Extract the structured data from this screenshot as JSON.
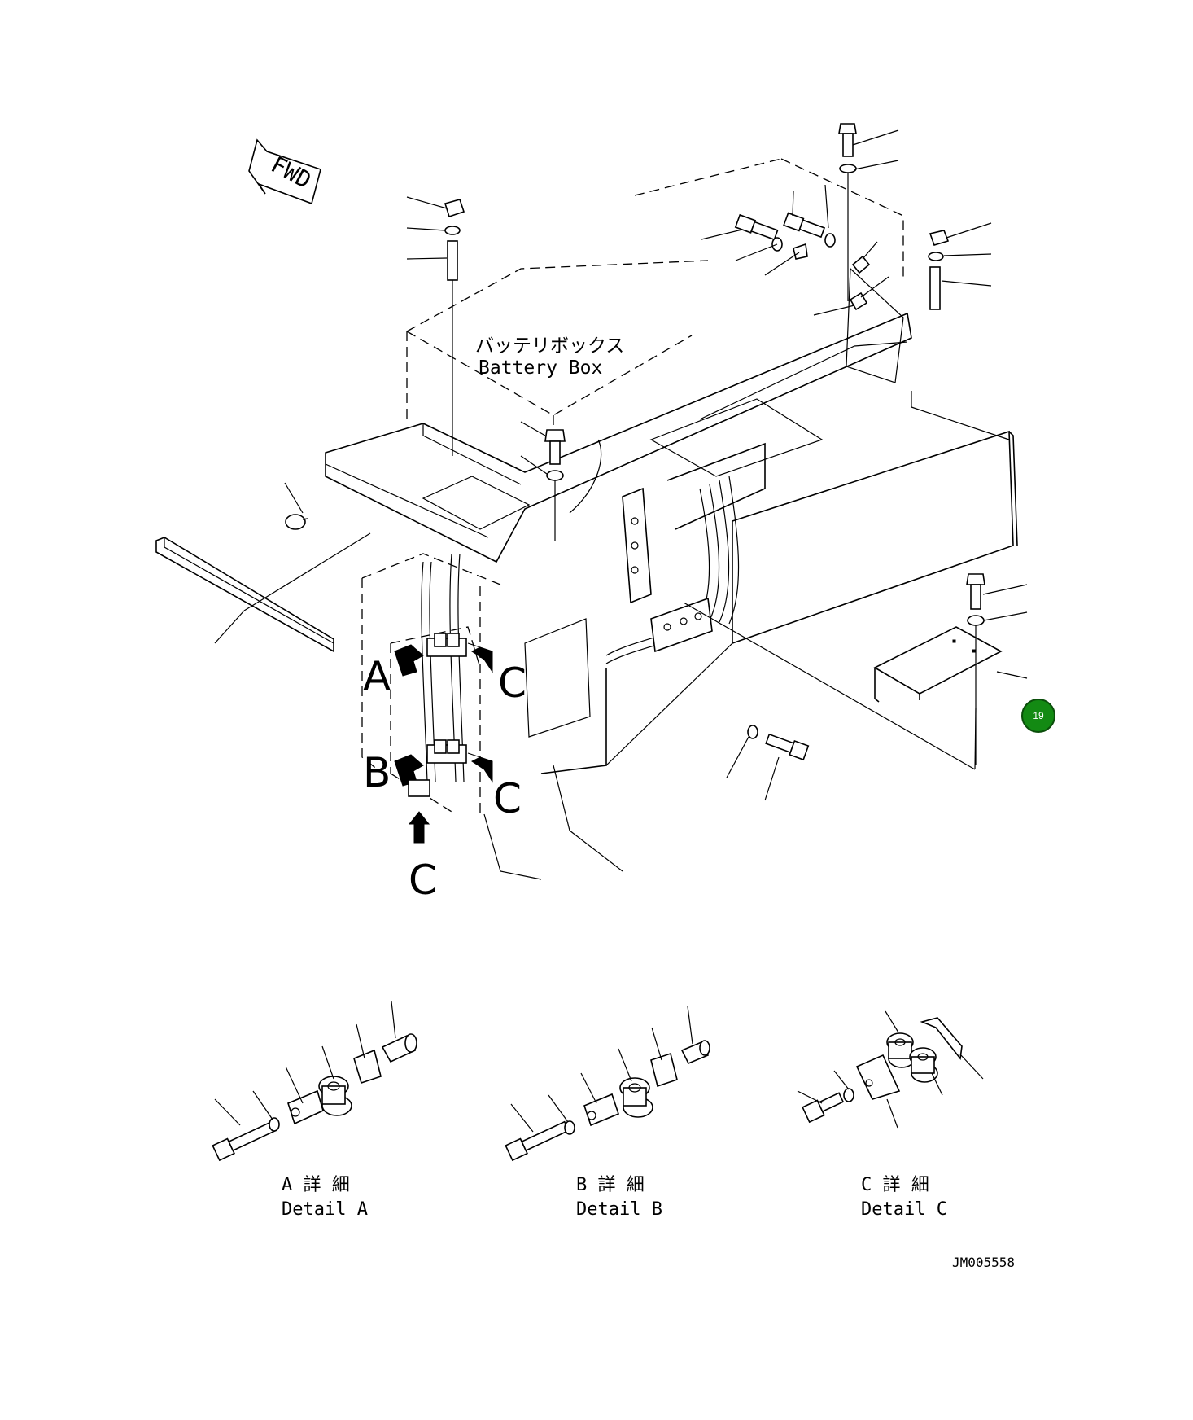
{
  "fwd_label": "FWD",
  "battery_box": {
    "label_jp": "バッテリボックス",
    "label_en": "Battery Box"
  },
  "clip_markers": {
    "a": "A",
    "b": "B",
    "c": "C"
  },
  "details": [
    {
      "id": "A",
      "title_jp": "A 詳 細",
      "title_en": "Detail A"
    },
    {
      "id": "B",
      "title_jp": "B 詳 細",
      "title_en": "Detail B"
    },
    {
      "id": "C",
      "title_jp": "C 詳 細",
      "title_en": "Detail C"
    }
  ],
  "callout": {
    "number": "19",
    "color": "#138a13"
  },
  "drawing_number": "JM005558"
}
